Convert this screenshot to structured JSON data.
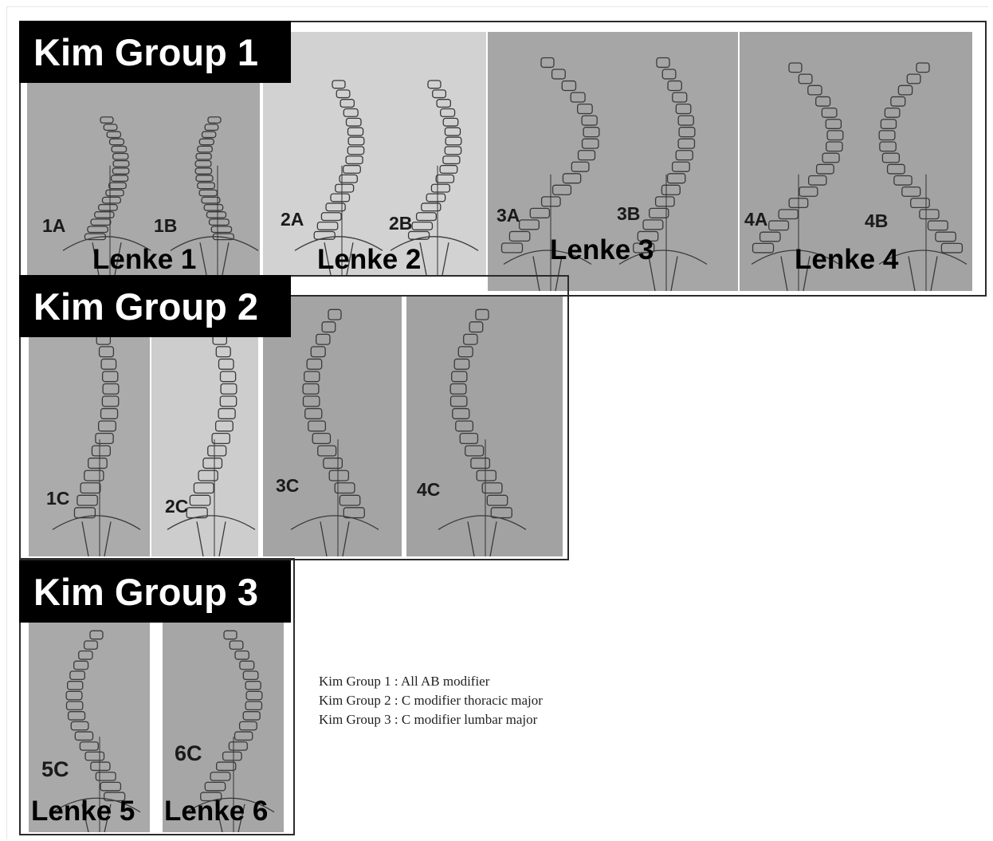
{
  "groups": [
    {
      "title": "Kim Group 1"
    },
    {
      "title": "Kim Group 2"
    },
    {
      "title": "Kim Group 3"
    }
  ],
  "curve_labels": {
    "l1a": "1A",
    "l1b": "1B",
    "l2a": "2A",
    "l2b": "2B",
    "l3a": "3A",
    "l3b": "3B",
    "l4a": "4A",
    "l4b": "4B",
    "l1c": "1C",
    "l2c": "2C",
    "l3c": "3C",
    "l4c": "4C",
    "l5c": "5C",
    "l6c": "6C"
  },
  "lenke_labels": {
    "lenke1": "Lenke 1",
    "lenke2": "Lenke 2",
    "lenke3": "Lenke 3",
    "lenke4": "Lenke 4",
    "lenke5": "Lenke 5",
    "lenke6": "Lenke 6"
  },
  "legend": [
    "Kim Group 1 : All AB modifier",
    "Kim Group 2 : C modifier thoracic major",
    "Kim Group 3 : C modifier lumbar major"
  ],
  "colors": {
    "panel_gray": "#a8a8a8",
    "panel_light": "#cfcfcf",
    "panel_mid": "#bdbdbd",
    "panel_dark": "#9a9a9a",
    "tag_bg": "#000000",
    "tag_fg": "#ffffff"
  }
}
